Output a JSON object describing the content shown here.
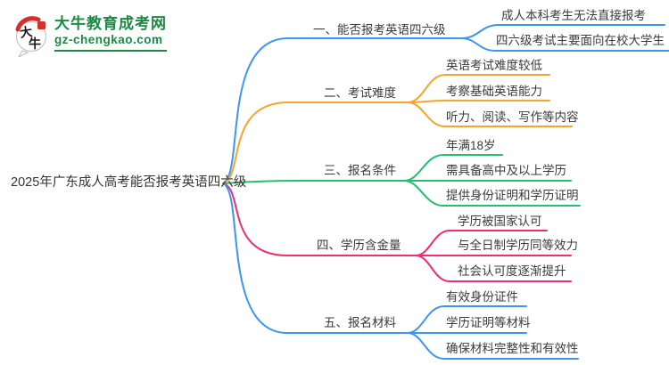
{
  "logo": {
    "icon_char_1": "大",
    "icon_char_2": "牛",
    "site_name": "大牛教育成考网",
    "site_url": "gz-chengkao.com",
    "brand_green": "#1c8a43",
    "accent_red": "#d2302c"
  },
  "central_topic": "2025年广东成人高考能否报考英语四六级",
  "colors": {
    "blue": "#3d96ee",
    "orange": "#f7a42d",
    "green": "#27bd72",
    "pink": "#ee2d73",
    "text": "#3b3b3b"
  },
  "branches": [
    {
      "label": "一、能否报考英语四六级",
      "color": "#3d96ee",
      "children": [
        "成人本科考生无法直接报考",
        "四六级考试主要面向在校大学生"
      ]
    },
    {
      "label": "二、考试难度",
      "color": "#f7a42d",
      "children": [
        "英语考试难度较低",
        "考察基础英语能力",
        "听力、阅读、写作等内容"
      ]
    },
    {
      "label": "三、报名条件",
      "color": "#27bd72",
      "children": [
        "年满18岁",
        "需具备高中及以上学历",
        "提供身份证明和学历证明"
      ]
    },
    {
      "label": "四、学历含金量",
      "color": "#ee2d73",
      "children": [
        "学历被国家认可",
        "与全日制学历同等效力",
        "社会认可度逐渐提升"
      ]
    },
    {
      "label": "五、报名材料",
      "color": "#3d96ee",
      "children": [
        "有效身份证件",
        "学历证明等材料",
        "确保材料完整性和有效性"
      ]
    }
  ]
}
